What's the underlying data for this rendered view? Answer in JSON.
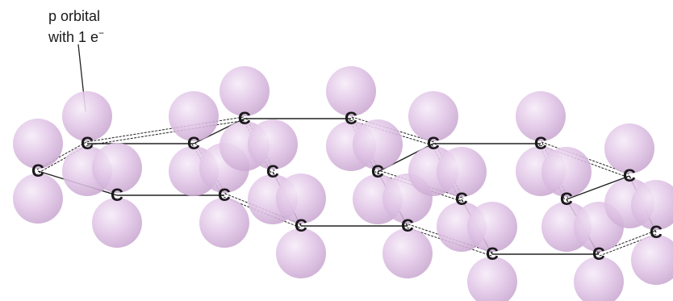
{
  "callout": {
    "line1": "p orbital",
    "line2_text": "with 1 e",
    "line2_sup": "−"
  },
  "atom_symbol": "C",
  "colors": {
    "lobe_light": "#f4e8f6",
    "lobe_mid": "#e2c6e7",
    "lobe_dark": "#c39fcb",
    "bond": "#222222",
    "text": "#1a1a1a"
  }
}
